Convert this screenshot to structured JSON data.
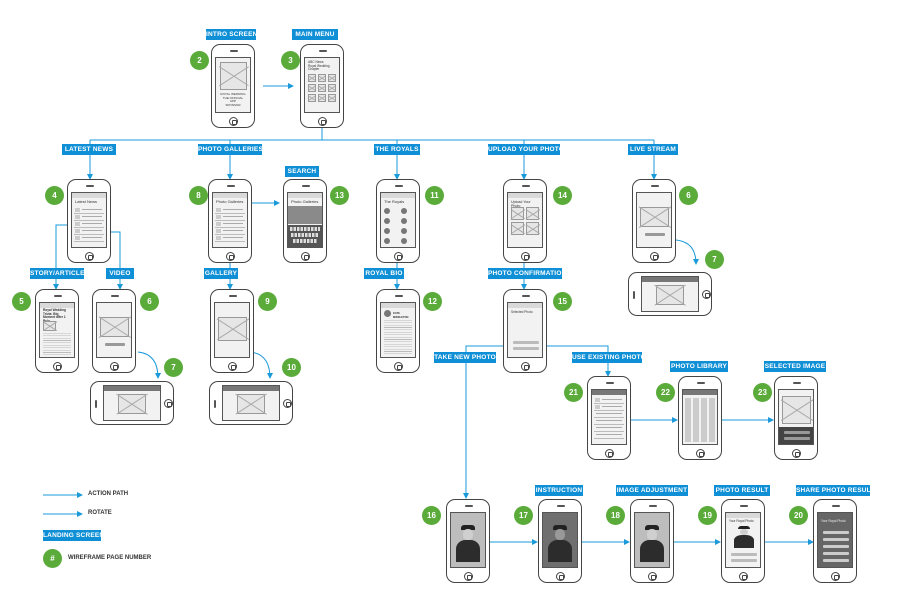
{
  "labels": {
    "intro_screen": "INTRO SCREEN",
    "main_menu": "MAIN MENU",
    "latest_news": "LATEST NEWS",
    "photo_galleries": "PHOTO GALLERIES",
    "search": "SEARCH",
    "the_royals": "THE ROYALS",
    "upload_your_photo": "UPLOAD YOUR PHOTO",
    "live_stream": "LIVE STREAM",
    "story_article": "STORY/ARTICLE",
    "video": "VIDEO",
    "gallery": "GALLERY",
    "royal_bio": "ROYAL BIO",
    "photo_confirmation": "PHOTO CONFIRMATION",
    "take_new_photo": "TAKE NEW PHOTO",
    "use_existing_photo": "USE EXISTING PHOTO",
    "photo_library": "PHOTO LIBRARY",
    "selected_image": "SELECTED IMAGE",
    "instruction": "INSTRUCTION",
    "image_adjustment": "IMAGE ADJUSTMENT",
    "photo_result": "PHOTO RESULT",
    "share_photo_result": "SHARE PHOTO RESULT"
  },
  "numbers": {
    "n2": "2",
    "n3": "3",
    "n4": "4",
    "n8": "8",
    "n13": "13",
    "n11": "11",
    "n14": "14",
    "n6a": "6",
    "n7a": "7",
    "n5": "5",
    "n6b": "6",
    "n9": "9",
    "n12": "12",
    "n15": "15",
    "n7b": "7",
    "n10": "10",
    "n21": "21",
    "n22": "22",
    "n23": "23",
    "n16": "16",
    "n17": "17",
    "n18": "18",
    "n19": "19",
    "n20": "20"
  },
  "screen_text": {
    "intro": "ROYAL WEDDING\nTHE OFFICIAL\nAPP\nSPONSOR",
    "main_menu": "ABC News\nRoyal Wedding\nChapter",
    "latest_news": "Latest News",
    "photo_galleries": "Photo Galleries",
    "search": "Photo Galleries",
    "the_royals": "The Royals",
    "upload": "Upload Your Photo",
    "story": "Royal Wedding Trivia: Big Moment after 1 Rule",
    "royal_bio": "KATE MIDDLETON",
    "photo_confirmation": "Selected Photo",
    "photo_result": "Your Royal Photo",
    "share_result": "Your Royal Photo"
  },
  "legend": {
    "action_path": "ACTION PATH",
    "rotate": "ROTATE",
    "landing_screen": "LANDING SCREEN",
    "page_number_symbol": "#",
    "page_number": "WIREFRAME PAGE NUMBER"
  },
  "colors": {
    "label_bg": "#0f8fd6",
    "number_bg": "#5aab3a",
    "connector": "#1a9ad9"
  }
}
